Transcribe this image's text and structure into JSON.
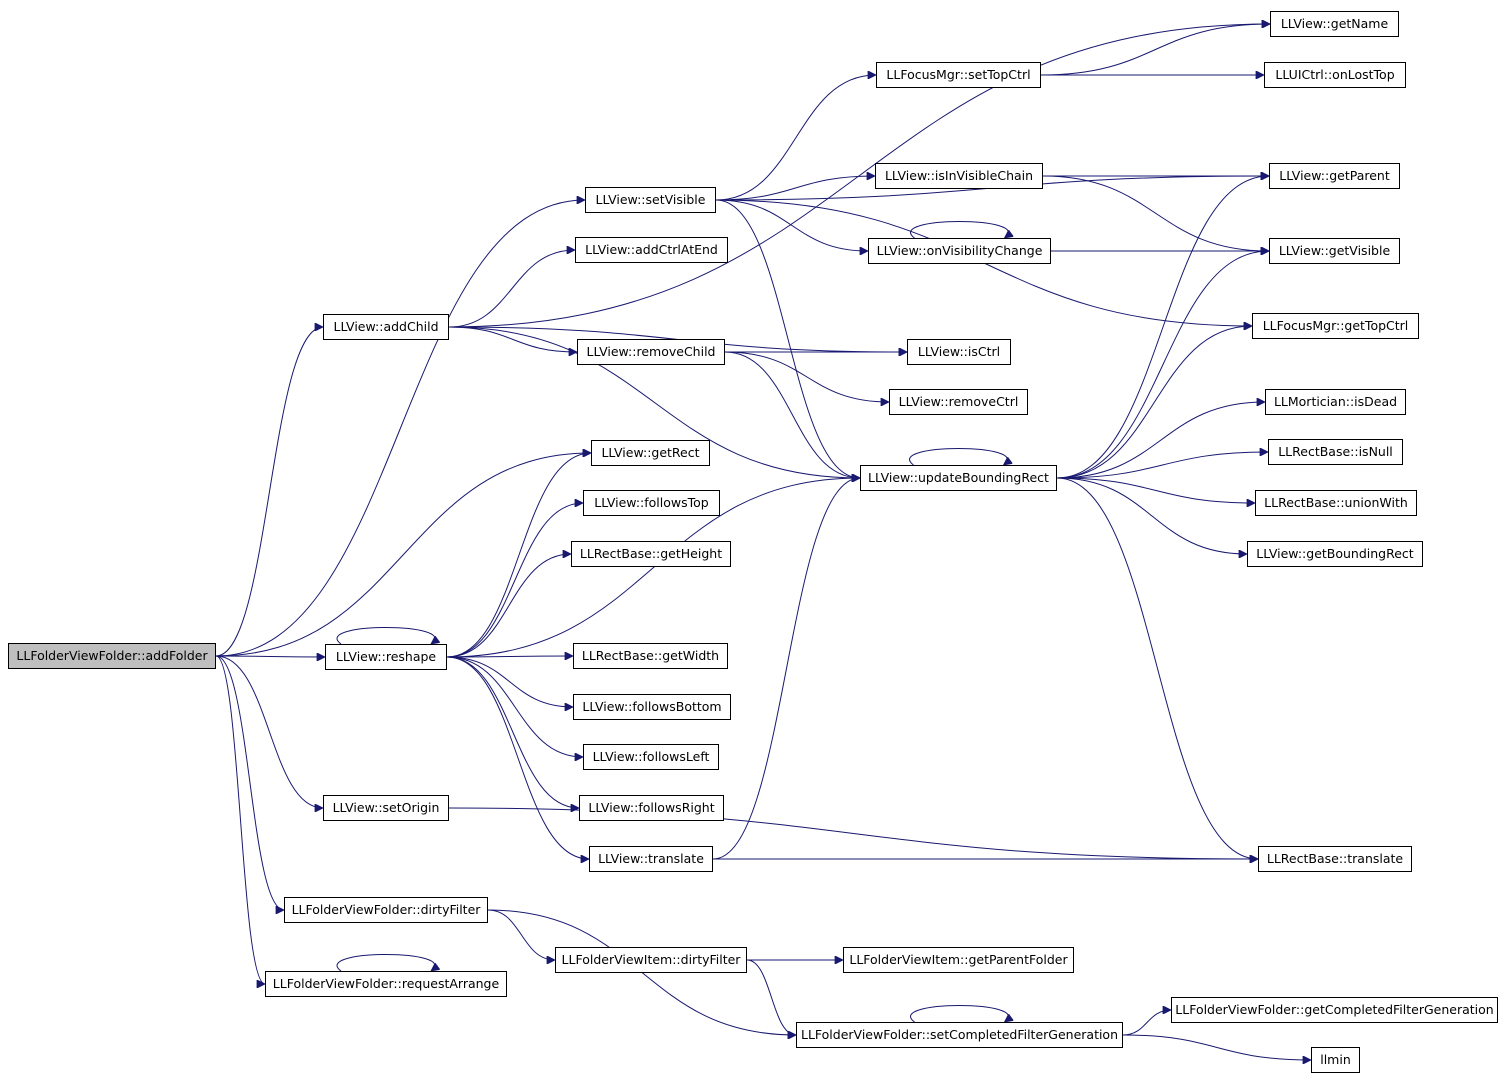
{
  "graph": {
    "style": {
      "edge_color": "#191970",
      "node_border": "#000000",
      "root_fill": "#bfbfbf",
      "node_fill": "#ffffff"
    },
    "root": "addFolder",
    "nodes": [
      {
        "id": "addFolder",
        "label": "LLFolderViewFolder::addFolder"
      },
      {
        "id": "setVisible",
        "label": "LLView::setVisible"
      },
      {
        "id": "addChild",
        "label": "LLView::addChild"
      },
      {
        "id": "getRect",
        "label": "LLView::getRect"
      },
      {
        "id": "reshape",
        "label": "LLView::reshape"
      },
      {
        "id": "setOrigin",
        "label": "LLView::setOrigin"
      },
      {
        "id": "dirtyFilter",
        "label": "LLFolderViewFolder::dirtyFilter"
      },
      {
        "id": "requestArrange",
        "label": "LLFolderViewFolder::requestArrange"
      },
      {
        "id": "setTopCtrl",
        "label": "LLFocusMgr::setTopCtrl"
      },
      {
        "id": "isInVisibleChain",
        "label": "LLView::isInVisibleChain"
      },
      {
        "id": "onVisibilityChange",
        "label": "LLView::onVisibilityChange"
      },
      {
        "id": "getParent",
        "label": "LLView::getParent"
      },
      {
        "id": "getVisible",
        "label": "LLView::getVisible"
      },
      {
        "id": "getTopCtrl",
        "label": "LLFocusMgr::getTopCtrl"
      },
      {
        "id": "updateBoundingRect",
        "label": "LLView::updateBoundingRect"
      },
      {
        "id": "getName",
        "label": "LLView::getName"
      },
      {
        "id": "onLostTop",
        "label": "LLUICtrl::onLostTop"
      },
      {
        "id": "addCtrlAtEnd",
        "label": "LLView::addCtrlAtEnd"
      },
      {
        "id": "isCtrl",
        "label": "LLView::isCtrl"
      },
      {
        "id": "removeChild",
        "label": "LLView::removeChild"
      },
      {
        "id": "removeCtrl",
        "label": "LLView::removeCtrl"
      },
      {
        "id": "followsTop",
        "label": "LLView::followsTop"
      },
      {
        "id": "getHeight",
        "label": "LLRectBase::getHeight"
      },
      {
        "id": "getWidth",
        "label": "LLRectBase::getWidth"
      },
      {
        "id": "followsBottom",
        "label": "LLView::followsBottom"
      },
      {
        "id": "followsLeft",
        "label": "LLView::followsLeft"
      },
      {
        "id": "followsRight",
        "label": "LLView::followsRight"
      },
      {
        "id": "translateView",
        "label": "LLView::translate"
      },
      {
        "id": "translateRect",
        "label": "LLRectBase::translate"
      },
      {
        "id": "isDead",
        "label": "LLMortician::isDead"
      },
      {
        "id": "isNull",
        "label": "LLRectBase::isNull"
      },
      {
        "id": "unionWith",
        "label": "LLRectBase::unionWith"
      },
      {
        "id": "getBoundingRect",
        "label": "LLView::getBoundingRect"
      },
      {
        "id": "itemDirtyFilter",
        "label": "LLFolderViewItem::dirtyFilter"
      },
      {
        "id": "getParentFolder",
        "label": "LLFolderViewItem::getParentFolder"
      },
      {
        "id": "setCompletedFilterGeneration",
        "label": "LLFolderViewFolder::setCompletedFilterGeneration"
      },
      {
        "id": "getCompletedFilterGeneration",
        "label": "LLFolderViewFolder::getCompletedFilterGeneration"
      },
      {
        "id": "llmin",
        "label": "llmin"
      }
    ],
    "edges": [
      [
        "addFolder",
        "setVisible"
      ],
      [
        "addFolder",
        "addChild"
      ],
      [
        "addFolder",
        "getRect"
      ],
      [
        "addFolder",
        "reshape"
      ],
      [
        "addFolder",
        "setOrigin"
      ],
      [
        "addFolder",
        "dirtyFilter"
      ],
      [
        "addFolder",
        "requestArrange"
      ],
      [
        "addChild",
        "getName"
      ],
      [
        "addChild",
        "addCtrlAtEnd"
      ],
      [
        "addChild",
        "isCtrl"
      ],
      [
        "addChild",
        "removeChild"
      ],
      [
        "addChild",
        "updateBoundingRect"
      ],
      [
        "setVisible",
        "setTopCtrl"
      ],
      [
        "setVisible",
        "getParent"
      ],
      [
        "setVisible",
        "isInVisibleChain"
      ],
      [
        "setVisible",
        "onVisibilityChange"
      ],
      [
        "setVisible",
        "getTopCtrl"
      ],
      [
        "setVisible",
        "updateBoundingRect"
      ],
      [
        "setTopCtrl",
        "getName"
      ],
      [
        "setTopCtrl",
        "onLostTop"
      ],
      [
        "isInVisibleChain",
        "getParent"
      ],
      [
        "isInVisibleChain",
        "getVisible"
      ],
      [
        "onVisibilityChange",
        "onVisibilityChange"
      ],
      [
        "onVisibilityChange",
        "getVisible"
      ],
      [
        "removeChild",
        "isCtrl"
      ],
      [
        "removeChild",
        "removeCtrl"
      ],
      [
        "removeChild",
        "updateBoundingRect"
      ],
      [
        "reshape",
        "reshape"
      ],
      [
        "reshape",
        "getRect"
      ],
      [
        "reshape",
        "followsTop"
      ],
      [
        "reshape",
        "getHeight"
      ],
      [
        "reshape",
        "getWidth"
      ],
      [
        "reshape",
        "followsBottom"
      ],
      [
        "reshape",
        "followsLeft"
      ],
      [
        "reshape",
        "followsRight"
      ],
      [
        "reshape",
        "translateView"
      ],
      [
        "reshape",
        "updateBoundingRect"
      ],
      [
        "setOrigin",
        "translateRect"
      ],
      [
        "translateView",
        "translateRect"
      ],
      [
        "translateView",
        "updateBoundingRect"
      ],
      [
        "updateBoundingRect",
        "updateBoundingRect"
      ],
      [
        "updateBoundingRect",
        "getParent"
      ],
      [
        "updateBoundingRect",
        "getVisible"
      ],
      [
        "updateBoundingRect",
        "getTopCtrl"
      ],
      [
        "updateBoundingRect",
        "isDead"
      ],
      [
        "updateBoundingRect",
        "isNull"
      ],
      [
        "updateBoundingRect",
        "unionWith"
      ],
      [
        "updateBoundingRect",
        "getBoundingRect"
      ],
      [
        "updateBoundingRect",
        "translateRect"
      ],
      [
        "dirtyFilter",
        "itemDirtyFilter"
      ],
      [
        "dirtyFilter",
        "setCompletedFilterGeneration"
      ],
      [
        "itemDirtyFilter",
        "getParentFolder"
      ],
      [
        "itemDirtyFilter",
        "setCompletedFilterGeneration"
      ],
      [
        "requestArrange",
        "requestArrange"
      ],
      [
        "setCompletedFilterGeneration",
        "setCompletedFilterGeneration"
      ],
      [
        "setCompletedFilterGeneration",
        "getCompletedFilterGeneration"
      ],
      [
        "setCompletedFilterGeneration",
        "llmin"
      ]
    ]
  }
}
